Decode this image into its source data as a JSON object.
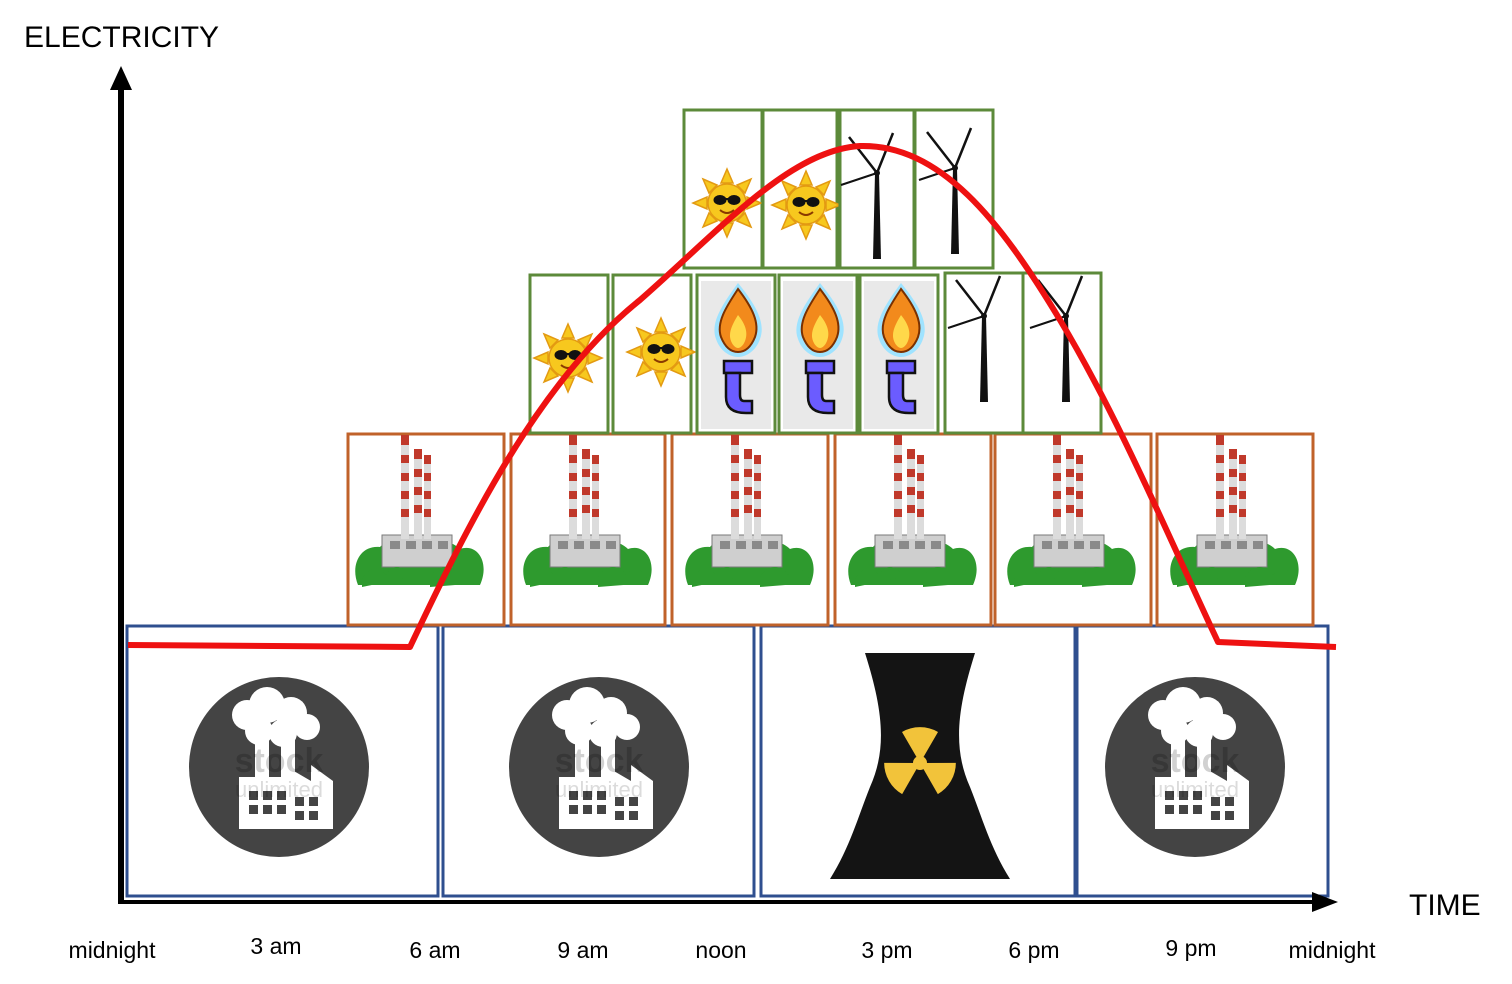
{
  "axes": {
    "y_title": "ELECTRICITY",
    "x_title": "TIME"
  },
  "time_labels": [
    "midnight",
    "3 am",
    "6 am",
    "9 am",
    "noon",
    "3 pm",
    "6 pm",
    "9 pm",
    "midnight"
  ],
  "layers": {
    "base": {
      "border_color": "#2f4f8f",
      "tiles": [
        "factory-icon",
        "factory-icon",
        "nuclear-cooling-tower-icon",
        "factory-icon"
      ],
      "watermark": [
        "stock",
        "unlimited"
      ]
    },
    "middle": {
      "border_color": "#c0622a",
      "tiles": [
        "power-plant-icon",
        "power-plant-icon",
        "power-plant-icon",
        "power-plant-icon",
        "power-plant-icon",
        "power-plant-icon"
      ]
    },
    "upper": {
      "border_color": "#5c8a3a",
      "tiles": [
        "sun-icon",
        "sun-icon",
        "gas-flame-icon",
        "gas-flame-icon",
        "gas-flame-icon",
        "wind-turbine-icon",
        "wind-turbine-icon"
      ]
    },
    "top": {
      "border_color": "#5c8a3a",
      "tiles": [
        "sun-icon",
        "sun-icon",
        "wind-turbine-icon",
        "wind-turbine-icon"
      ]
    }
  },
  "demand_curve": {
    "color": "#ee1111"
  },
  "colors": {
    "axis": "#000000",
    "factory_circle": "#444444",
    "nuclear_tower": "#141414",
    "radiation": "#f2c33a",
    "sun": "#f7c81e",
    "flame_outer": "#f28a1c",
    "flame_inner": "#ffd84a",
    "flame_glow": "#9fe3ff",
    "pipe": "#6b5cff",
    "plant_green": "#2e9a2e",
    "chimney_red": "#c0392b"
  }
}
